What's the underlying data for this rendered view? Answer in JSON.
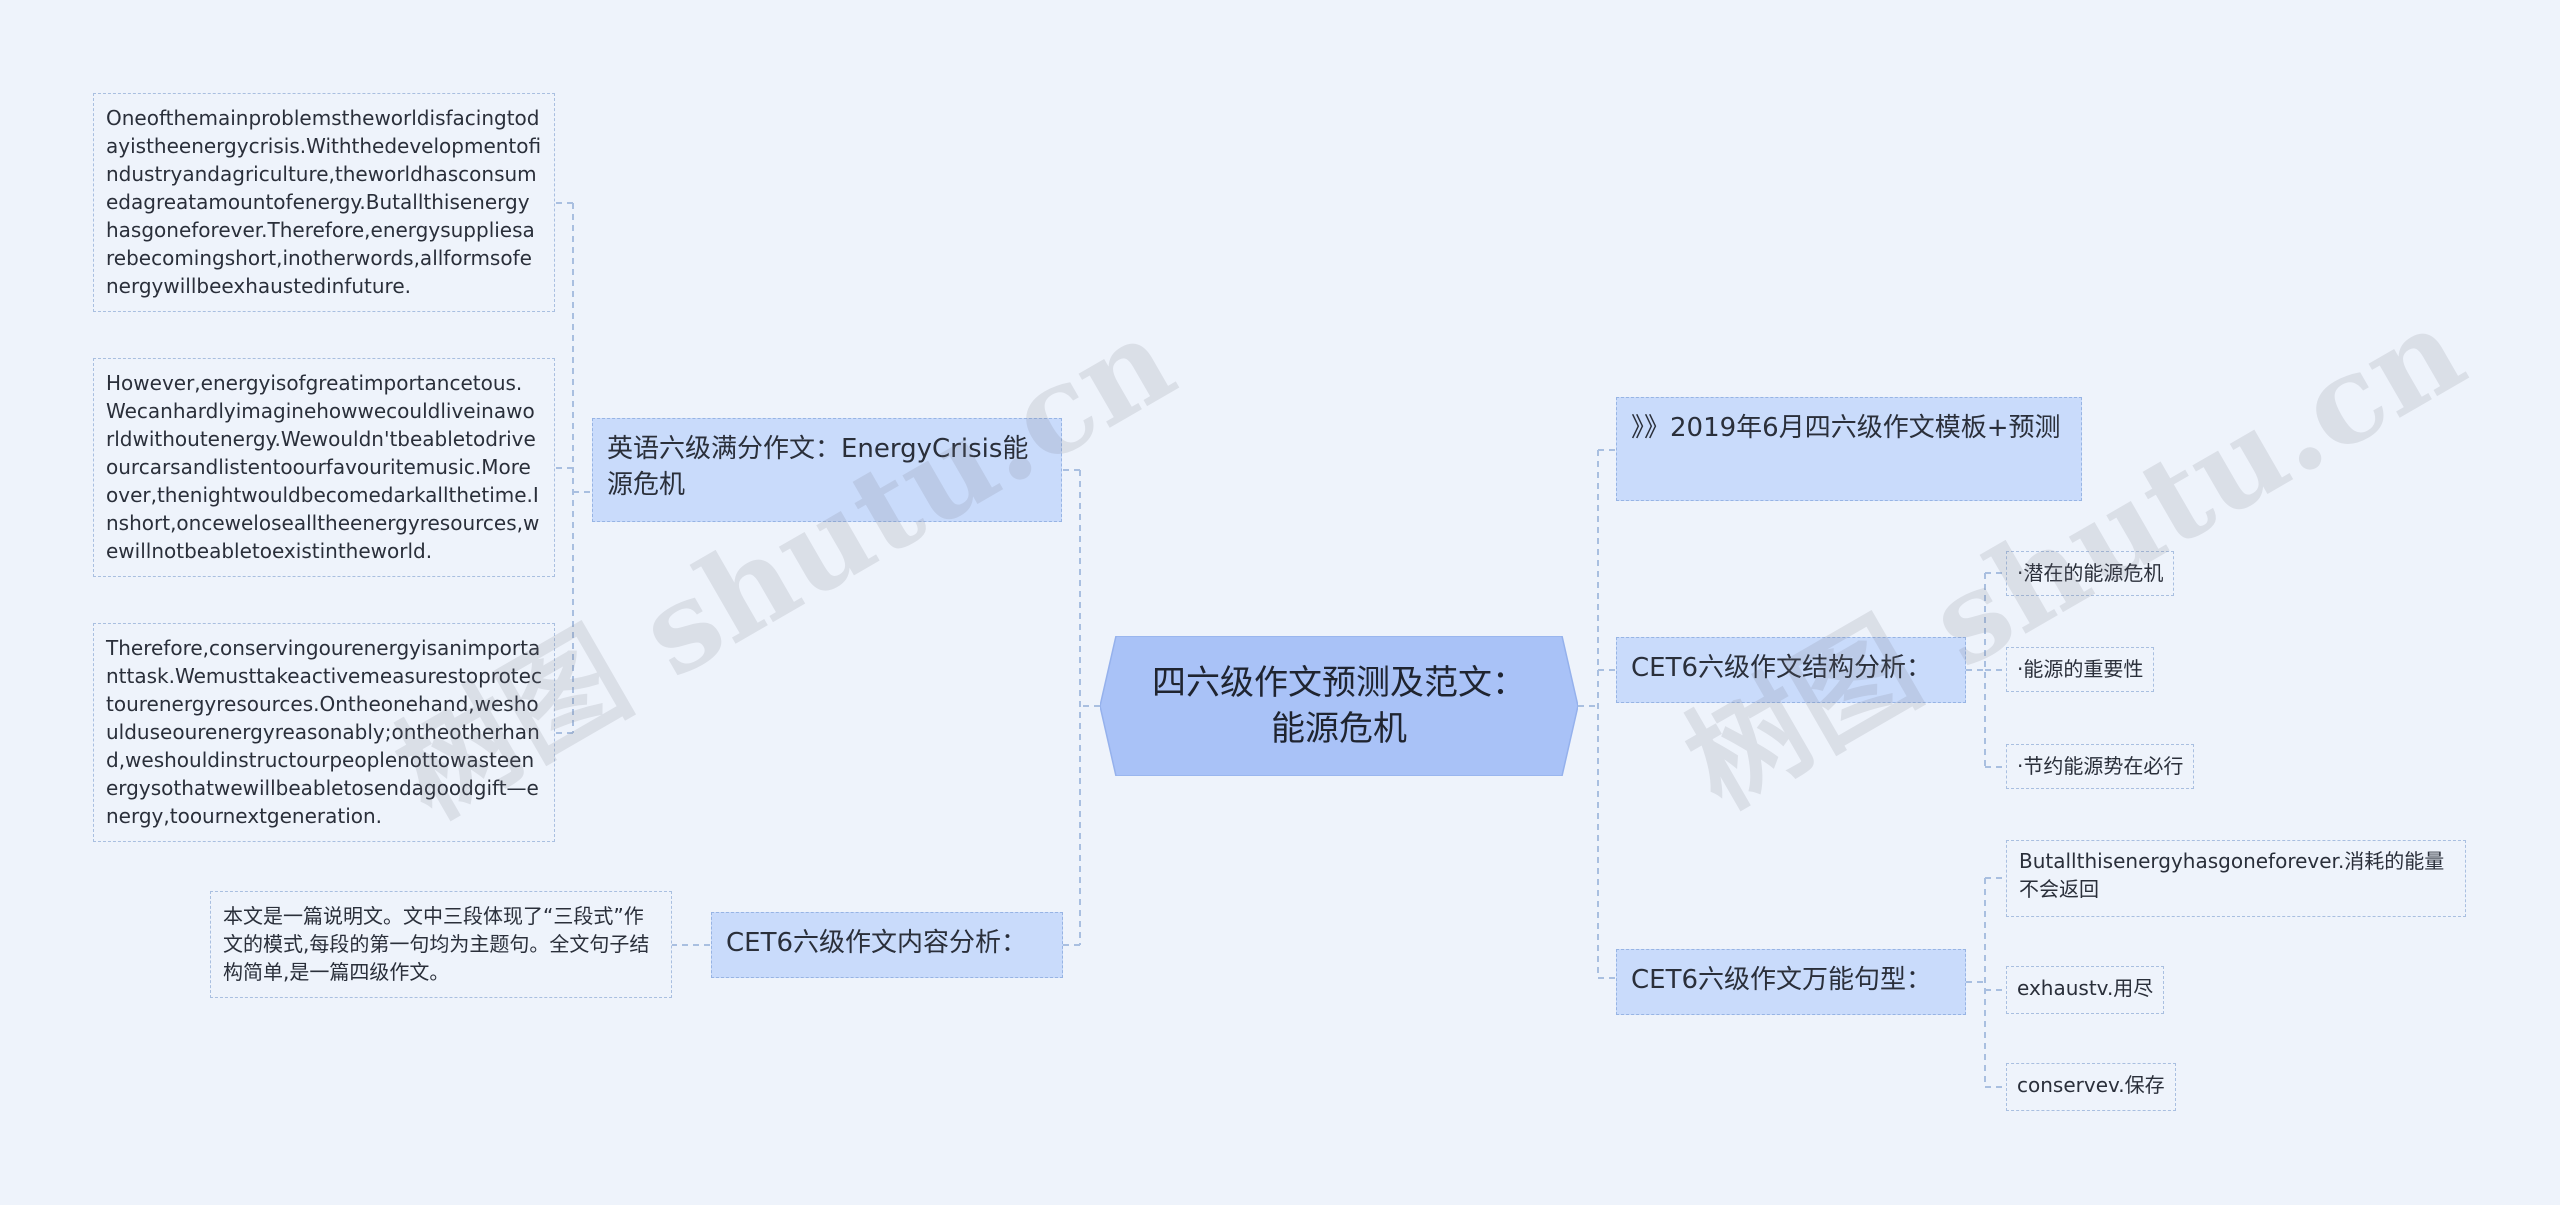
{
  "center": {
    "title_line1": "四六级作文预测及范文：",
    "title_line2": "能源危机"
  },
  "left": {
    "essay_branch": {
      "label": "英语六级满分作文：EnergyCrisis能源危机",
      "paragraphs": [
        "Oneofthemainproblemstheworldisfacingtodayistheenergycrisis.Withthedevelopmentofindustryandagriculture,theworldhasconsumedagreatamountofenergy.Butallthisenergyhasgoneforever.Therefore,energysuppliesarebecomingshort,inotherwords,allformsofenergywillbeexhaustedinfuture.",
        "However,energyisofgreatimportancetous.Wecanhardlyimaginehowwecouldliveinaworldwithoutenergy.Wewouldn'tbeabletodriveourcarsandlistentoourfavouritemusic.Moreover,thenightwouldbecomedarkallthetime.Inshort,oncewelosealltheenergyresources,wewillnotbeabletoexistintheworld.",
        "Therefore,conservingourenergyisanimportanttask.Wemusttakeactivemeasurestoprotectourenergyresources.Ontheonehand,weshoulduseourenergyreasonably;ontheotherhand,weshouldinstructourpeoplenottowasteenergysothatwewillbeabletosendagoodgift—energy,toournextgeneration."
      ]
    },
    "content_branch": {
      "label": "CET6六级作文内容分析：",
      "note": "本文是一篇说明文。文中三段体现了“三段式”作文的模式,每段的第一句均为主题句。全文句子结构简单,是一篇四级作文。"
    }
  },
  "right": {
    "template_branch": {
      "label": "》》2019年6月四六级作文模板+预测"
    },
    "structure_branch": {
      "label": "CET6六级作文结构分析：",
      "items": [
        "·潜在的能源危机",
        "·能源的重要性",
        "·节约能源势在必行"
      ]
    },
    "sentence_branch": {
      "label": "CET6六级作文万能句型：",
      "items": [
        "Butallthisenergyhasgoneforever.消耗的能量不会返回",
        "exhaustv.用尽",
        "conservev.保存"
      ]
    }
  },
  "watermarks": [
    "树图 shutu.cn",
    "树图 shutu.cn"
  ],
  "colors": {
    "background": "#eef3fb",
    "branch_fill": "#c9dbfb",
    "center_fill": "#a9c2f7",
    "line": "#a9bfe0"
  }
}
